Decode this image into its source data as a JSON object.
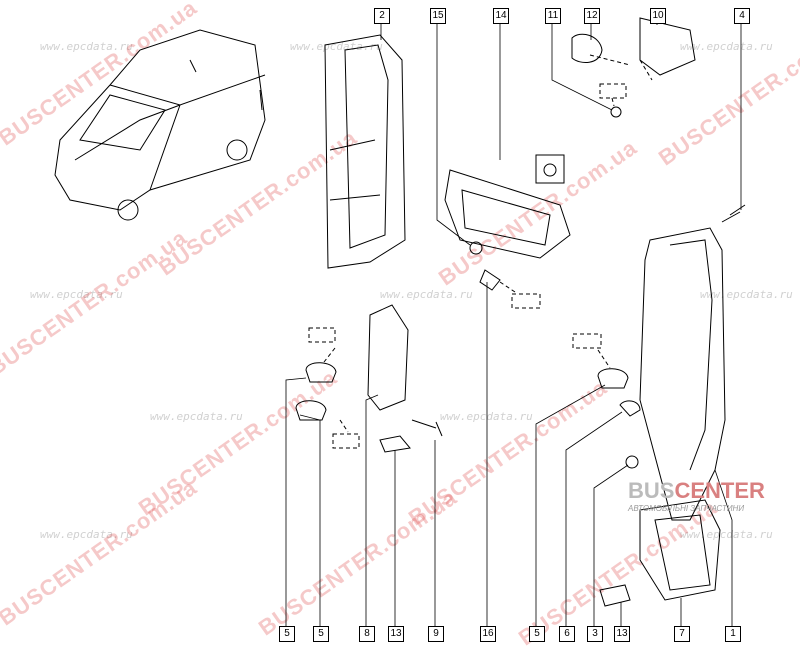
{
  "watermarks": {
    "site": "www.epcdata.ru",
    "brand": "BUSCENTER.com.ua"
  },
  "logo": {
    "bus": "BUS",
    "center": "CENTER",
    "subtitle": "АВТОМОБІЛЬНІ ЗАПЧАСТИНИ"
  },
  "top_labels": [
    "2",
    "15",
    "14",
    "11",
    "12",
    "10",
    "4"
  ],
  "bottom_labels": [
    "5",
    "5",
    "8",
    "13",
    "9",
    "16",
    "5",
    "6",
    "3",
    "13",
    "7",
    "1"
  ]
}
